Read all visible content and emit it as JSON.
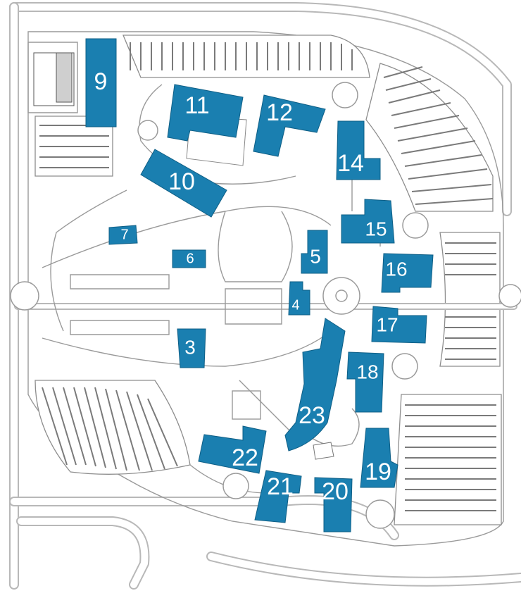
{
  "map": {
    "colors": {
      "building": "#1a7fb0",
      "road": "#b8b8b8",
      "ground": "#ffffff",
      "label": "#ffffff"
    },
    "buildings": [
      {
        "id": "9",
        "label": "9"
      },
      {
        "id": "11",
        "label": "11"
      },
      {
        "id": "12",
        "label": "12"
      },
      {
        "id": "14",
        "label": "14"
      },
      {
        "id": "10",
        "label": "10"
      },
      {
        "id": "15",
        "label": "15"
      },
      {
        "id": "7",
        "label": "7"
      },
      {
        "id": "6",
        "label": "6"
      },
      {
        "id": "5",
        "label": "5"
      },
      {
        "id": "16",
        "label": "16"
      },
      {
        "id": "4",
        "label": "4"
      },
      {
        "id": "17",
        "label": "17"
      },
      {
        "id": "3",
        "label": "3"
      },
      {
        "id": "18",
        "label": "18"
      },
      {
        "id": "23",
        "label": "23"
      },
      {
        "id": "22",
        "label": "22"
      },
      {
        "id": "21",
        "label": "21"
      },
      {
        "id": "20",
        "label": "20"
      },
      {
        "id": "19",
        "label": "19"
      }
    ]
  }
}
